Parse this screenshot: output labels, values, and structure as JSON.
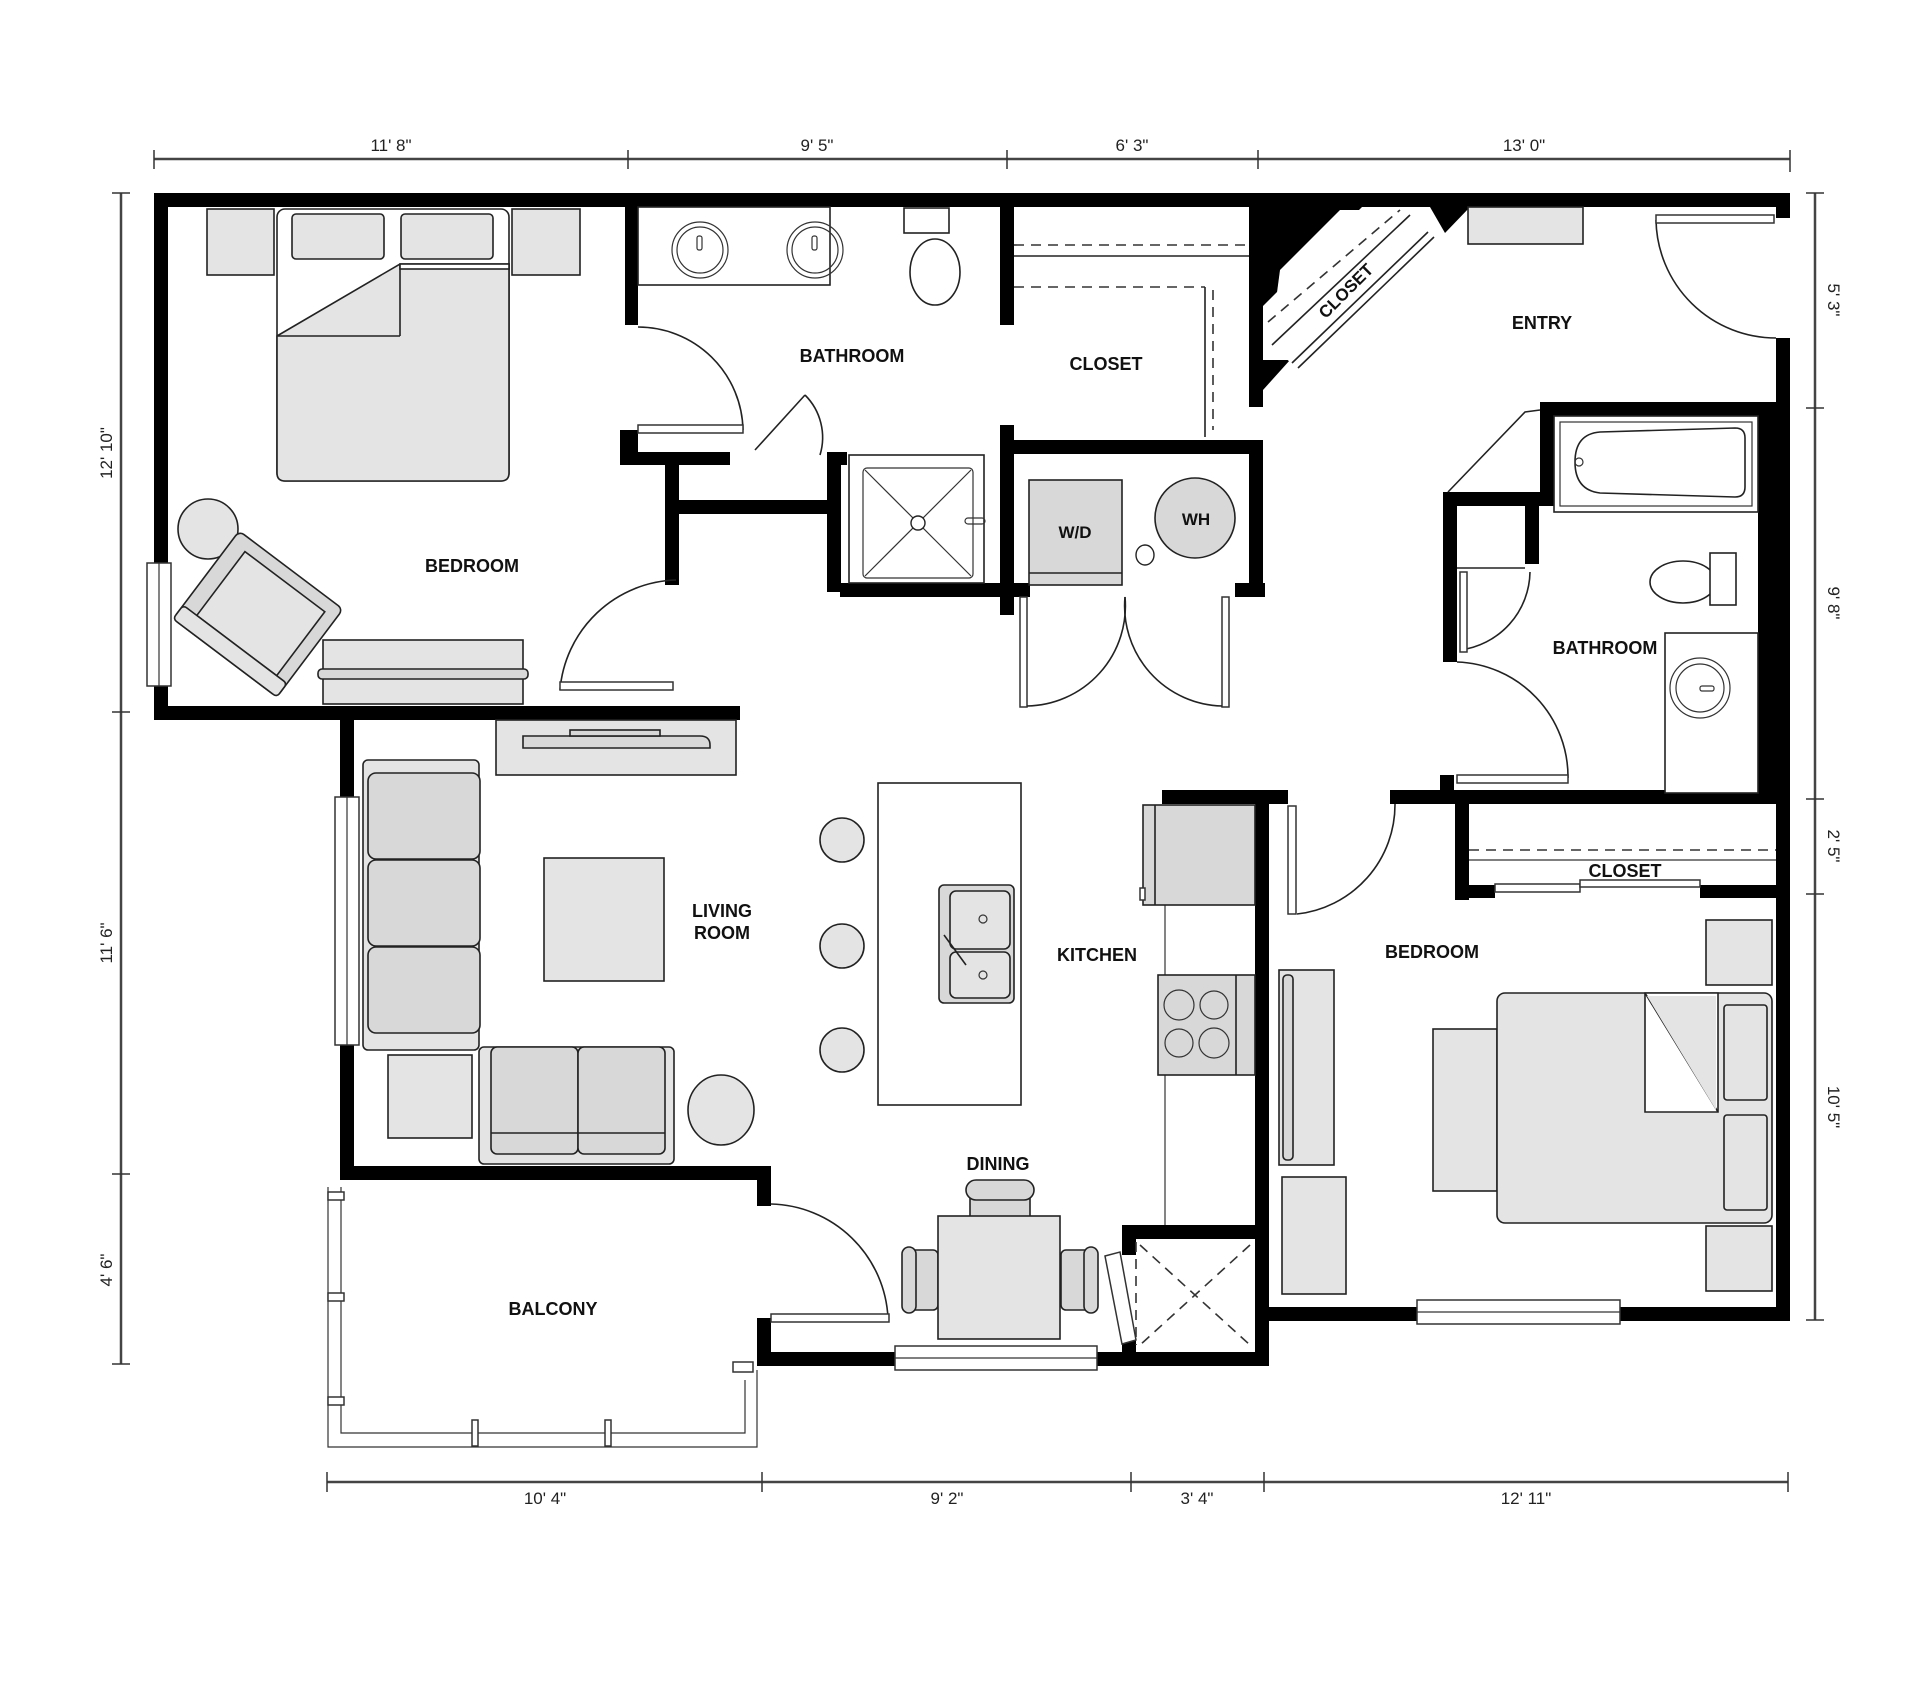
{
  "plan": {
    "type": "apartment floor plan",
    "layout": "2 bedroom, 2 bathroom"
  },
  "dimensions": {
    "top": [
      "11' 8\"",
      "9' 5\"",
      "6' 3\"",
      "13' 0\""
    ],
    "bottom": [
      "10' 4\"",
      "9' 2\"",
      "3' 4\"",
      "12' 11\""
    ],
    "left": [
      "12' 10\"",
      "11' 6\"",
      "4' 6\""
    ],
    "right": [
      "5' 3\"",
      "9' 8\"",
      "2' 5\"",
      "10' 5\""
    ]
  },
  "rooms": {
    "bedroom_1": "BEDROOM",
    "bathroom_1": "BATHROOM",
    "closet_1": "CLOSET",
    "closet_diag": "CLOSET",
    "entry": "ENTRY",
    "bathroom_2": "BATHROOM",
    "living_room_line1": "LIVING",
    "living_room_line2": "ROOM",
    "kitchen": "KITCHEN",
    "closet_2": "CLOSET",
    "bedroom_2": "BEDROOM",
    "dining": "DINING",
    "balcony": "BALCONY"
  },
  "fixtures": {
    "washer_dryer": "W/D",
    "water_heater": "WH"
  }
}
